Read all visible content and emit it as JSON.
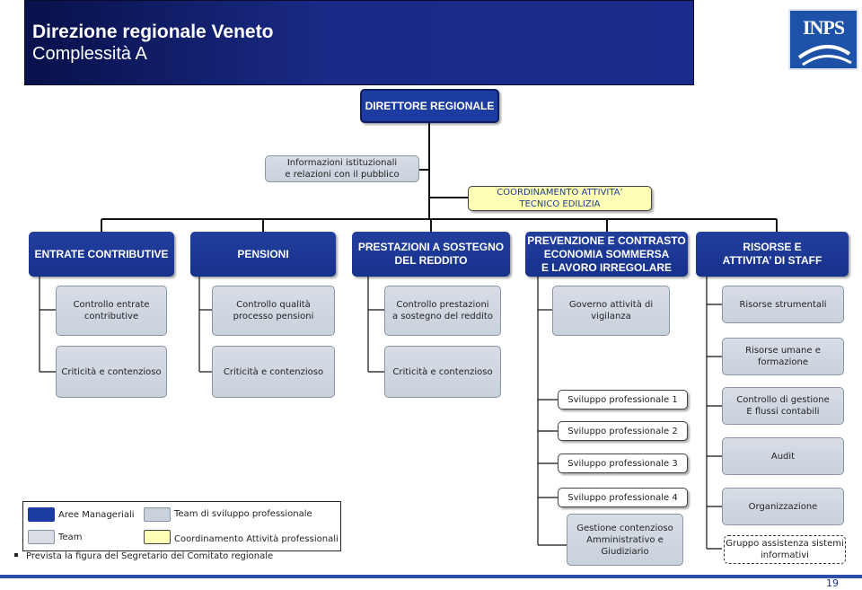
{
  "header": {
    "title": "Direzione regionale Veneto",
    "subtitle": "Complessità A"
  },
  "logo": {
    "text": "INPS"
  },
  "top": {
    "director": "DIRETTORE REGIONALE",
    "info": "Informazioni istituzionali\ne relazioni con il pubblico",
    "coord": "COORDINAMENTO ATTIVITA’\nTECNICO  EDILIZIA"
  },
  "areas": {
    "entrate": "ENTRATE CONTRIBUTIVE",
    "pensioni": "PENSIONI",
    "prestazioni": "PRESTAZIONI A SOSTEGNO\nDEL REDDITO",
    "prevenzione": "PREVENZIONE E CONTRASTO\nECONOMIA SOMMERSA\nE LAVORO IRREGOLARE",
    "risorse": "RISORSE  E\nATTIVITA’ DI STAFF"
  },
  "col1": {
    "a": "Controllo entrate\ncontributive",
    "b": "Criticità e contenzioso"
  },
  "col2": {
    "a": "Controllo qualità\nprocesso pensioni",
    "b": "Criticità e contenzioso"
  },
  "col3": {
    "a": "Controllo prestazioni\na sostegno del reddito",
    "b": "Criticità e contenzioso"
  },
  "col4": {
    "a": "Governo attività di vigilanza",
    "sp1": "Sviluppo professionale 1",
    "sp2": "Sviluppo professionale 2",
    "sp3": "Sviluppo professionale 3",
    "sp4": "Sviluppo professionale 4",
    "gest": "Gestione contenzioso\nAmministrativo e Giudiziario"
  },
  "col5": {
    "a": "Risorse strumentali",
    "b": "Risorse umane e formazione",
    "c": "Controllo di gestione\nE flussi contabili",
    "d": "Audit",
    "e": "Organizzazione",
    "f": "Gruppo assistenza sistemi\ninformativi"
  },
  "legend": {
    "aree": "Aree Manageriali",
    "team_sviluppo": "Team di  sviluppo professionale",
    "team": "Team",
    "coord": "Coordinamento Attività professionali",
    "note": "Prevista la figura del Segretario del Comitato regionale"
  },
  "colors": {
    "dark_blue": "#1d3ca2",
    "grey": "#c9d1dc",
    "yellow": "#ffffb6",
    "header": "#1a2a86"
  },
  "page": {
    "number": "19"
  }
}
